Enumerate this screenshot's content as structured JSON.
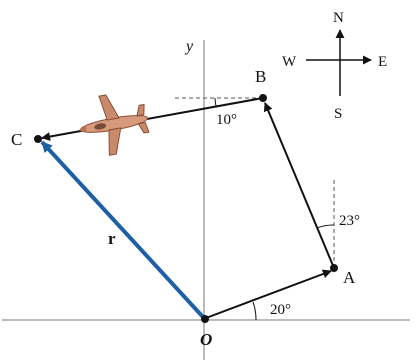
{
  "diagram": {
    "points": {
      "C": "C",
      "B": "B",
      "A": "A",
      "O": "O"
    },
    "angles": {
      "ob": "10°",
      "ab": "23°",
      "oa": "20°"
    },
    "axes": {
      "y": "y"
    },
    "vector_label": "r",
    "compass": {
      "n": "N",
      "s": "S",
      "e": "E",
      "w": "W"
    },
    "colors": {
      "vector_r": "#1f5fa6",
      "line": "#111111",
      "plane": "#c98a6b"
    },
    "icons": [
      "airplane-icon",
      "compass-rose-icon"
    ]
  }
}
